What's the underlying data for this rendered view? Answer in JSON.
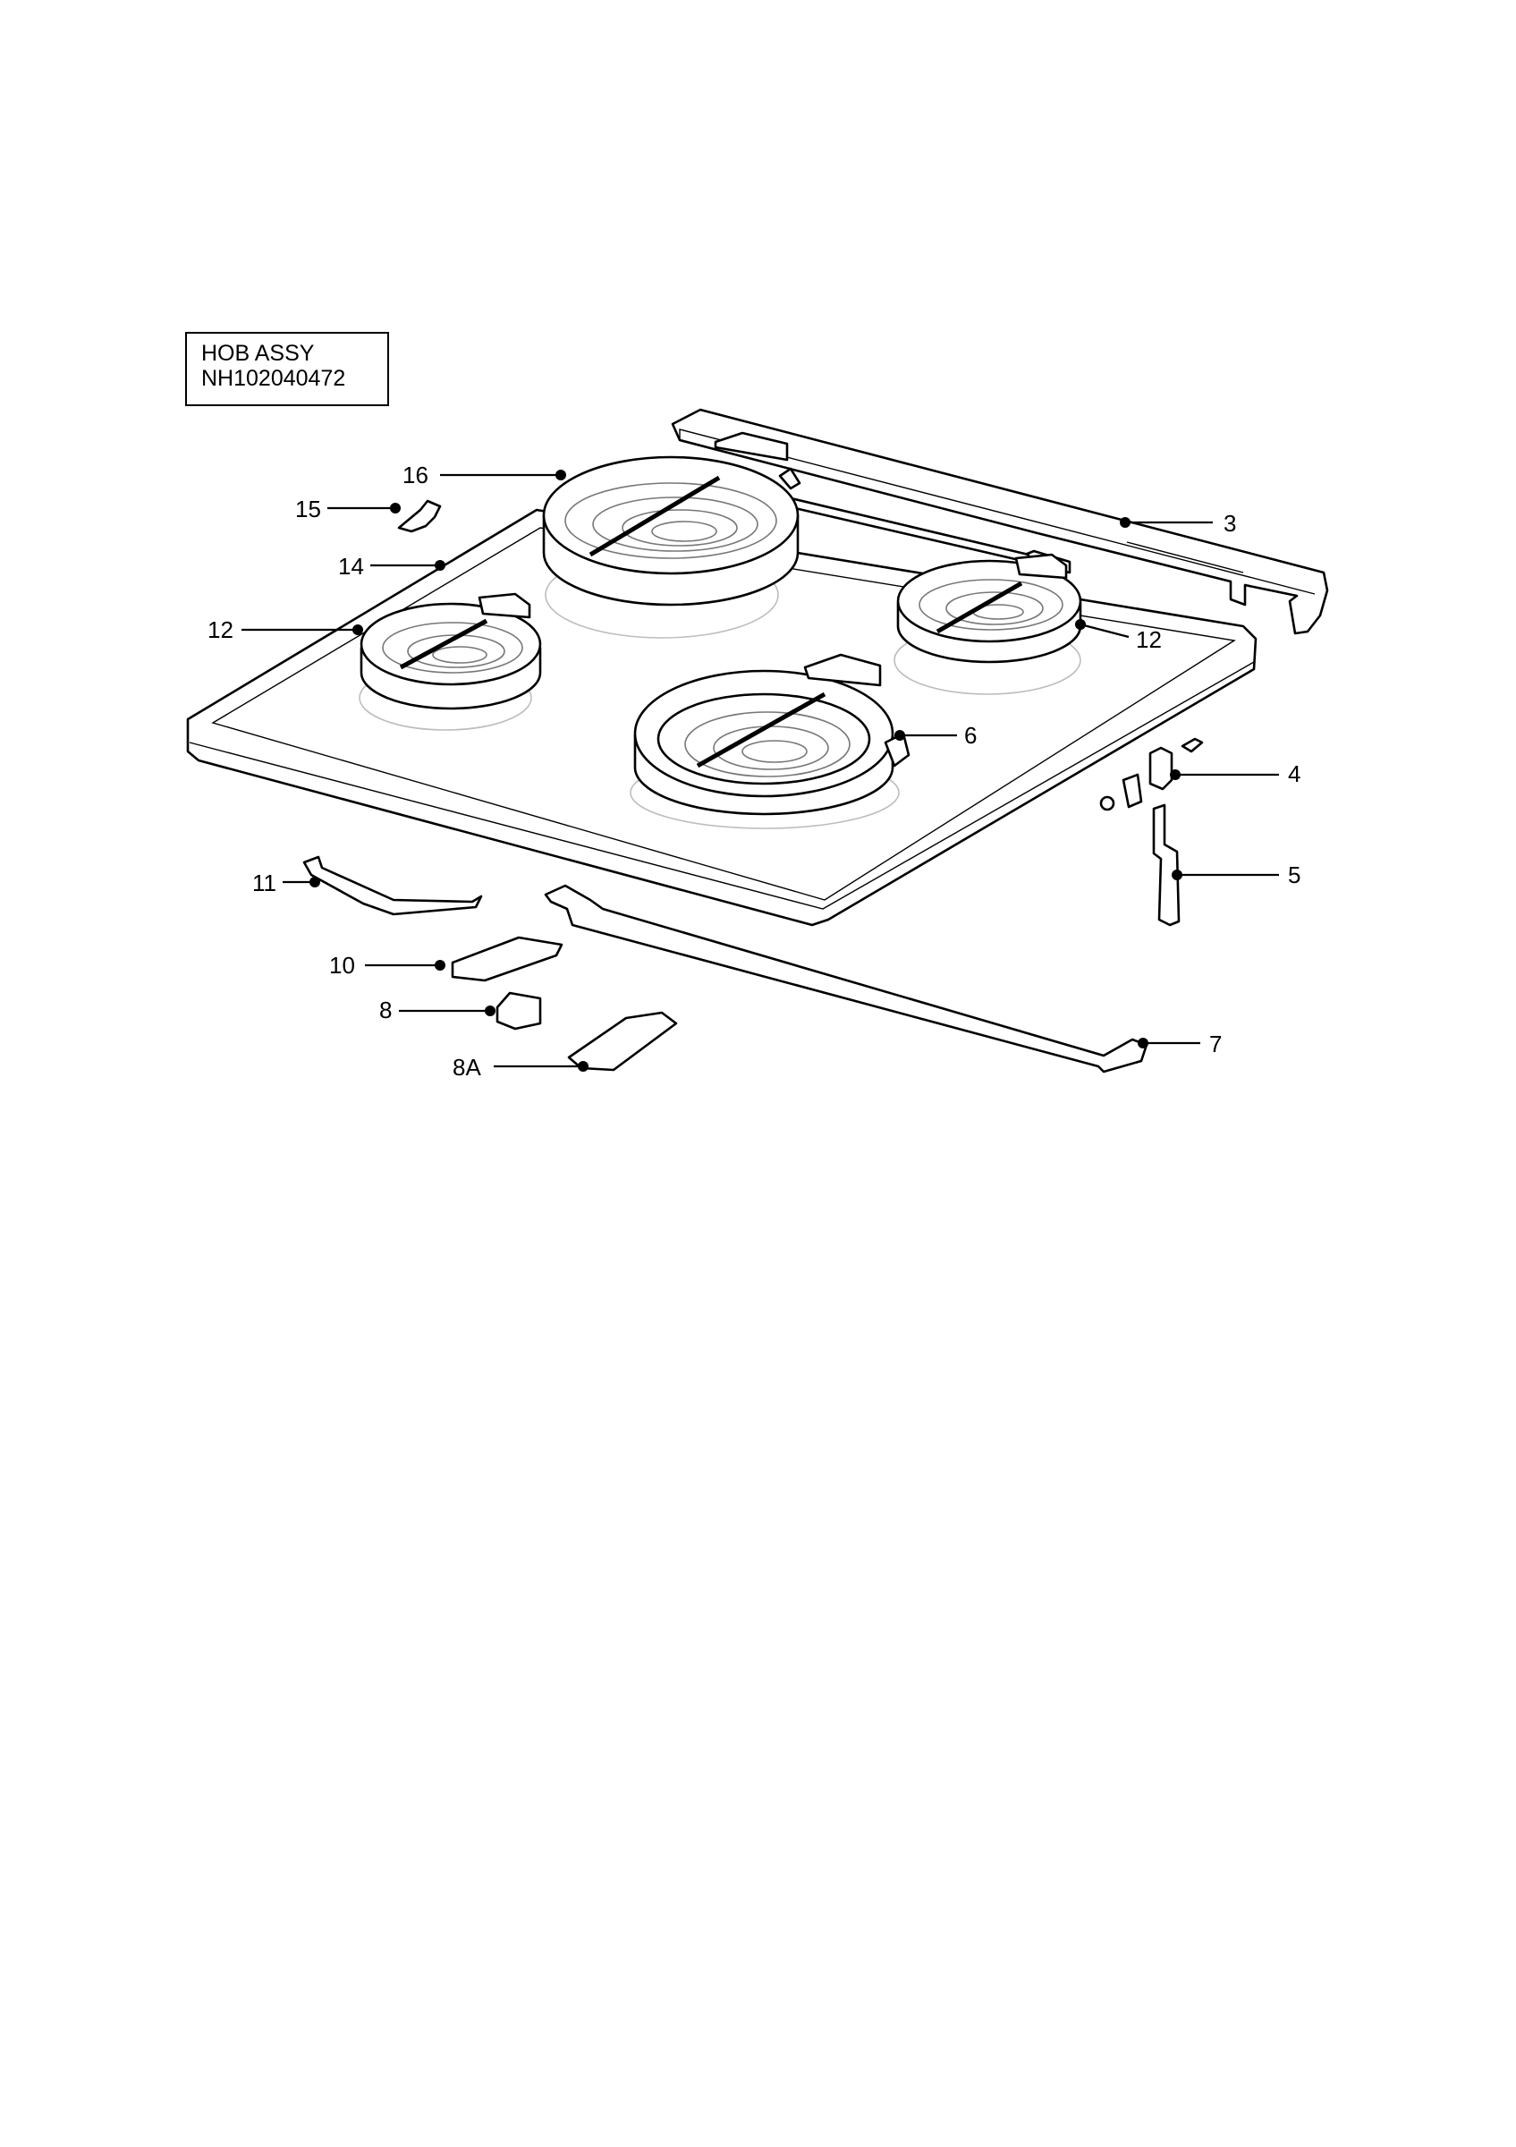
{
  "title": {
    "line1": "HOB ASSY",
    "line2": "NH102040472"
  },
  "callouts": {
    "c16": "16",
    "c15": "15",
    "c14": "14",
    "c12a": "12",
    "c12b": "12",
    "c3": "3",
    "c6": "6",
    "c4": "4",
    "c5": "5",
    "c11": "11",
    "c10": "10",
    "c8": "8",
    "c8a": "8A",
    "c7": "7"
  }
}
